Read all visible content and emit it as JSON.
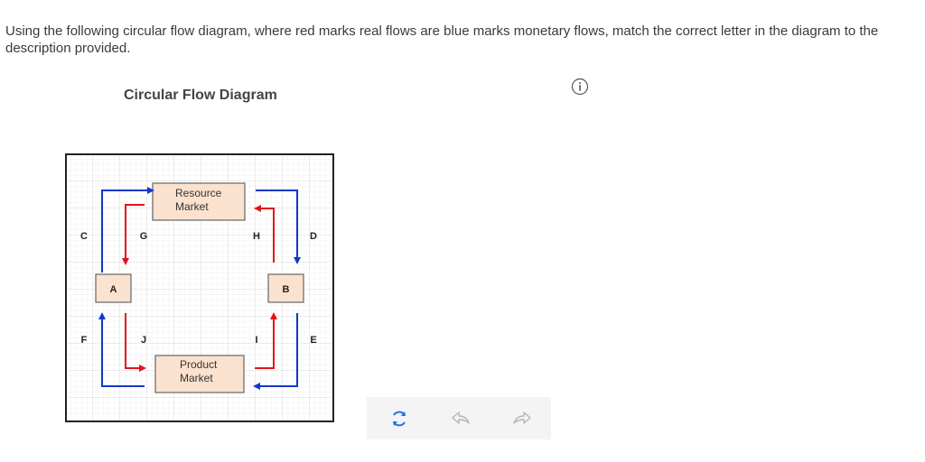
{
  "question_text": "Using the following circular flow diagram, where red marks real flows are blue marks monetary flows, match the correct letter in the diagram to the description provided.",
  "diagram": {
    "title": "Circular Flow Diagram",
    "boxes": {
      "resource_market_line1": "Resource",
      "resource_market_line2": "Market",
      "product_market_line1": "Product",
      "product_market_line2": "Market",
      "a": "A",
      "b": "B"
    },
    "letters": {
      "c": "C",
      "g": "G",
      "h": "H",
      "d": "D",
      "f": "F",
      "j": "J",
      "i": "I",
      "e": "E"
    },
    "colors": {
      "real_flow": "#e3111b",
      "monetary_flow": "#1238c9",
      "box_fill": "#fbe2cf",
      "grid": "#dcdcdc"
    }
  },
  "toolbar": {
    "icons": [
      "reset-icon",
      "undo-icon",
      "redo-icon"
    ]
  },
  "icons": {
    "info": "info-icon"
  }
}
